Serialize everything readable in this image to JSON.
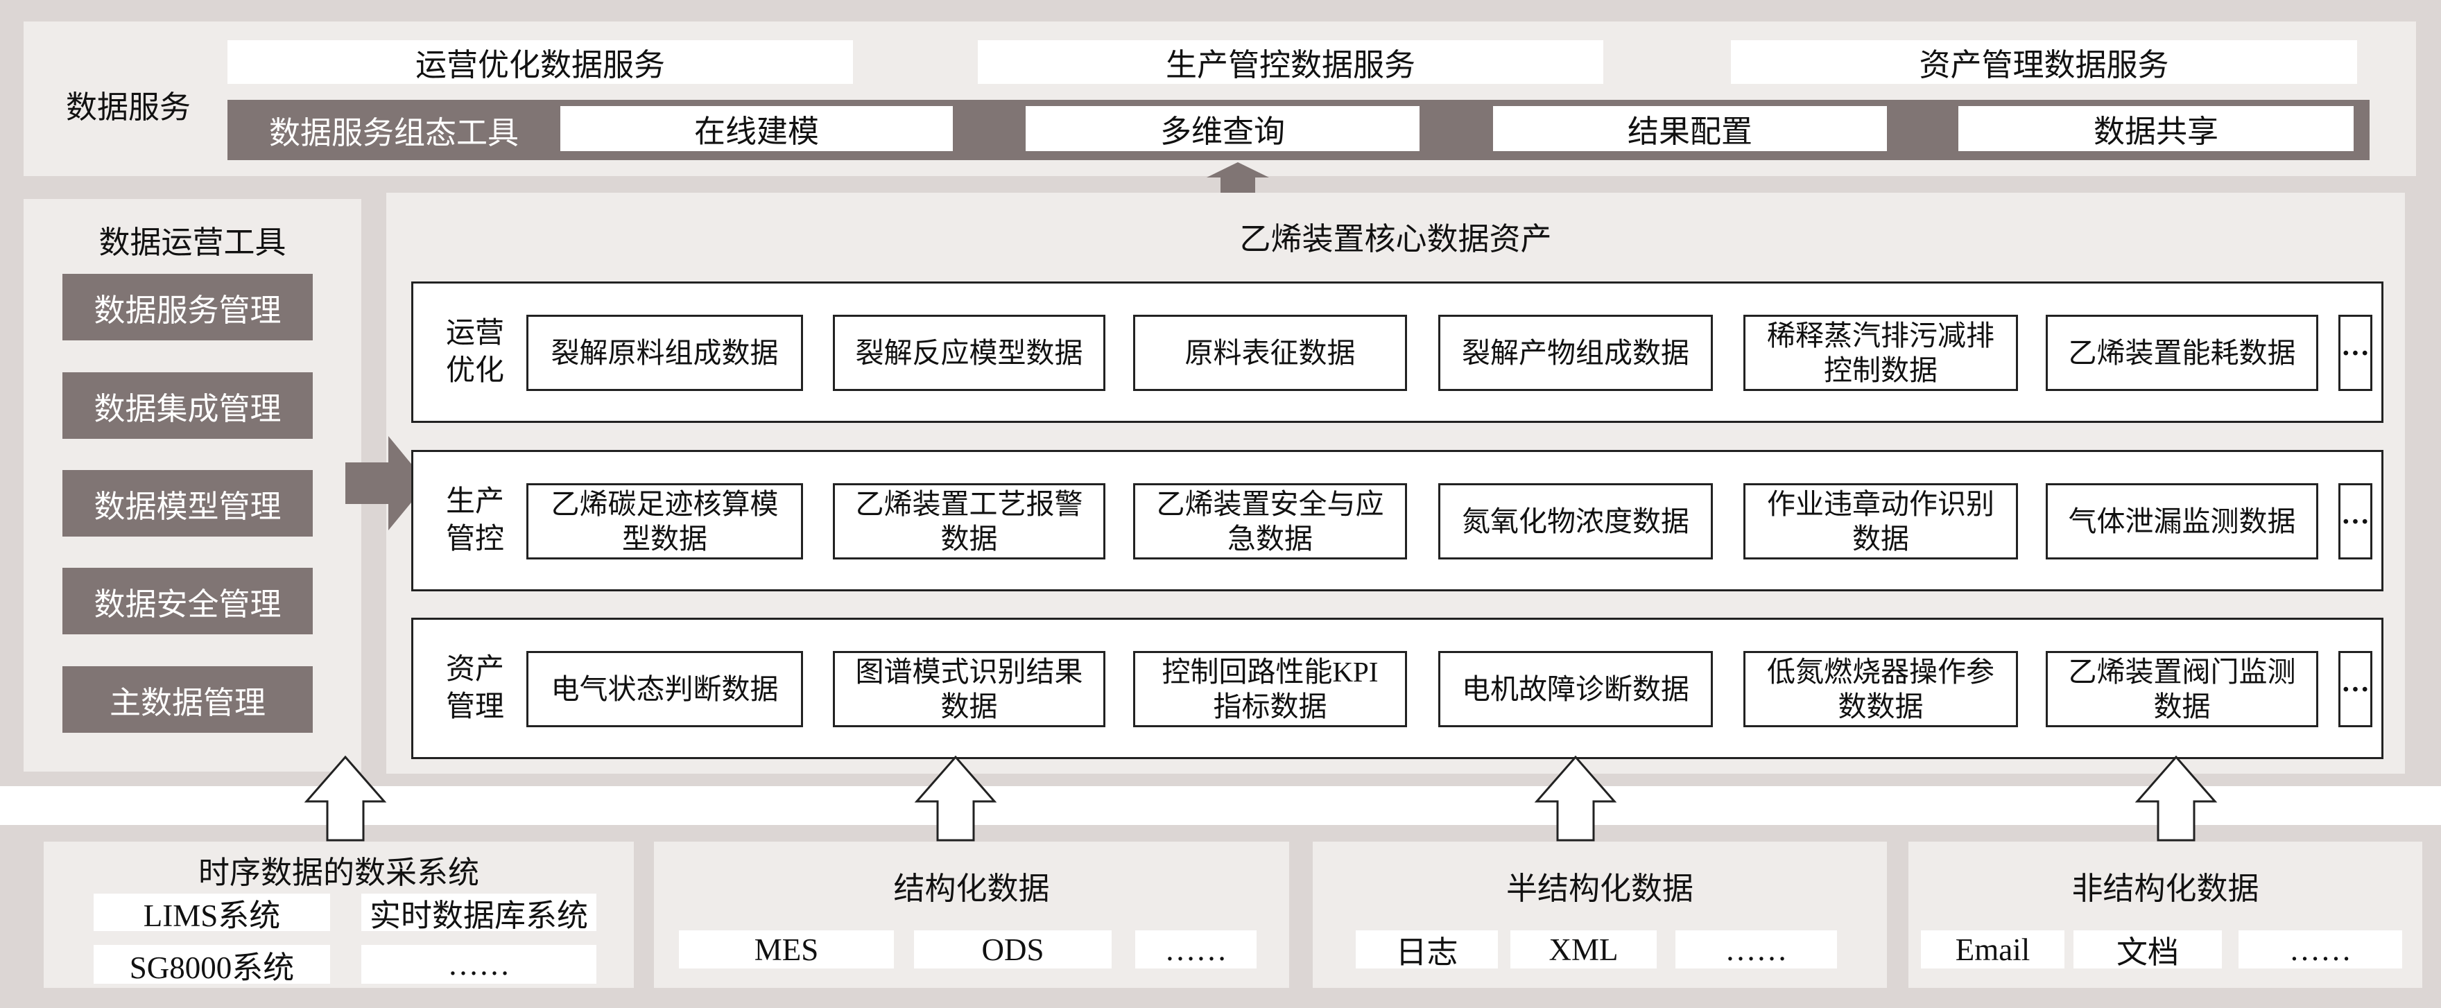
{
  "data_service": {
    "label": "数据服务",
    "services": [
      "运营优化数据服务",
      "生产管控数据服务",
      "资产管理数据服务"
    ],
    "tool_label": "数据服务组态工具",
    "tools": [
      "在线建模",
      "多维查询",
      "结果配置",
      "数据共享"
    ]
  },
  "ops_tools": {
    "title": "数据运营工具",
    "items": [
      "数据服务管理",
      "数据集成管理",
      "数据模型管理",
      "数据安全管理",
      "主数据管理"
    ]
  },
  "core_assets": {
    "title": "乙烯装置核心数据资产",
    "rows": [
      {
        "label": "运营优化",
        "items": [
          "裂解原料组成数据",
          "裂解反应模型数据",
          "原料表征数据",
          "裂解产物组成数据",
          "稀释蒸汽排污减排控制数据",
          "乙烯装置能耗数据"
        ],
        "more": "···"
      },
      {
        "label": "生产管控",
        "items": [
          "乙烯碳足迹核算模型数据",
          "乙烯装置工艺报警数据",
          "乙烯装置安全与应急数据",
          "氮氧化物浓度数据",
          "作业违章动作识别数据",
          "气体泄漏监测数据"
        ],
        "more": "···"
      },
      {
        "label": "资产管理",
        "items": [
          "电气状态判断数据",
          "图谱模式识别结果数据",
          "控制回路性能KPI指标数据",
          "电机故障诊断数据",
          "低氮燃烧器操作参数数据",
          "乙烯装置阀门监测数据"
        ],
        "more": "···"
      }
    ]
  },
  "sources": [
    {
      "title": "时序数据的数采系统",
      "items": [
        "LIMS系统",
        "实时数据库系统",
        "SG8000系统",
        "……"
      ]
    },
    {
      "title": "结构化数据",
      "items": [
        "MES",
        "ODS",
        "……"
      ]
    },
    {
      "title": "半结构化数据",
      "items": [
        "日志",
        "XML",
        "……"
      ]
    },
    {
      "title": "非结构化数据",
      "items": [
        "Email",
        "文档",
        "……"
      ]
    }
  ],
  "colors": {
    "background": "#dcd6d4",
    "panel": "#efecea",
    "dark": "#807574"
  }
}
